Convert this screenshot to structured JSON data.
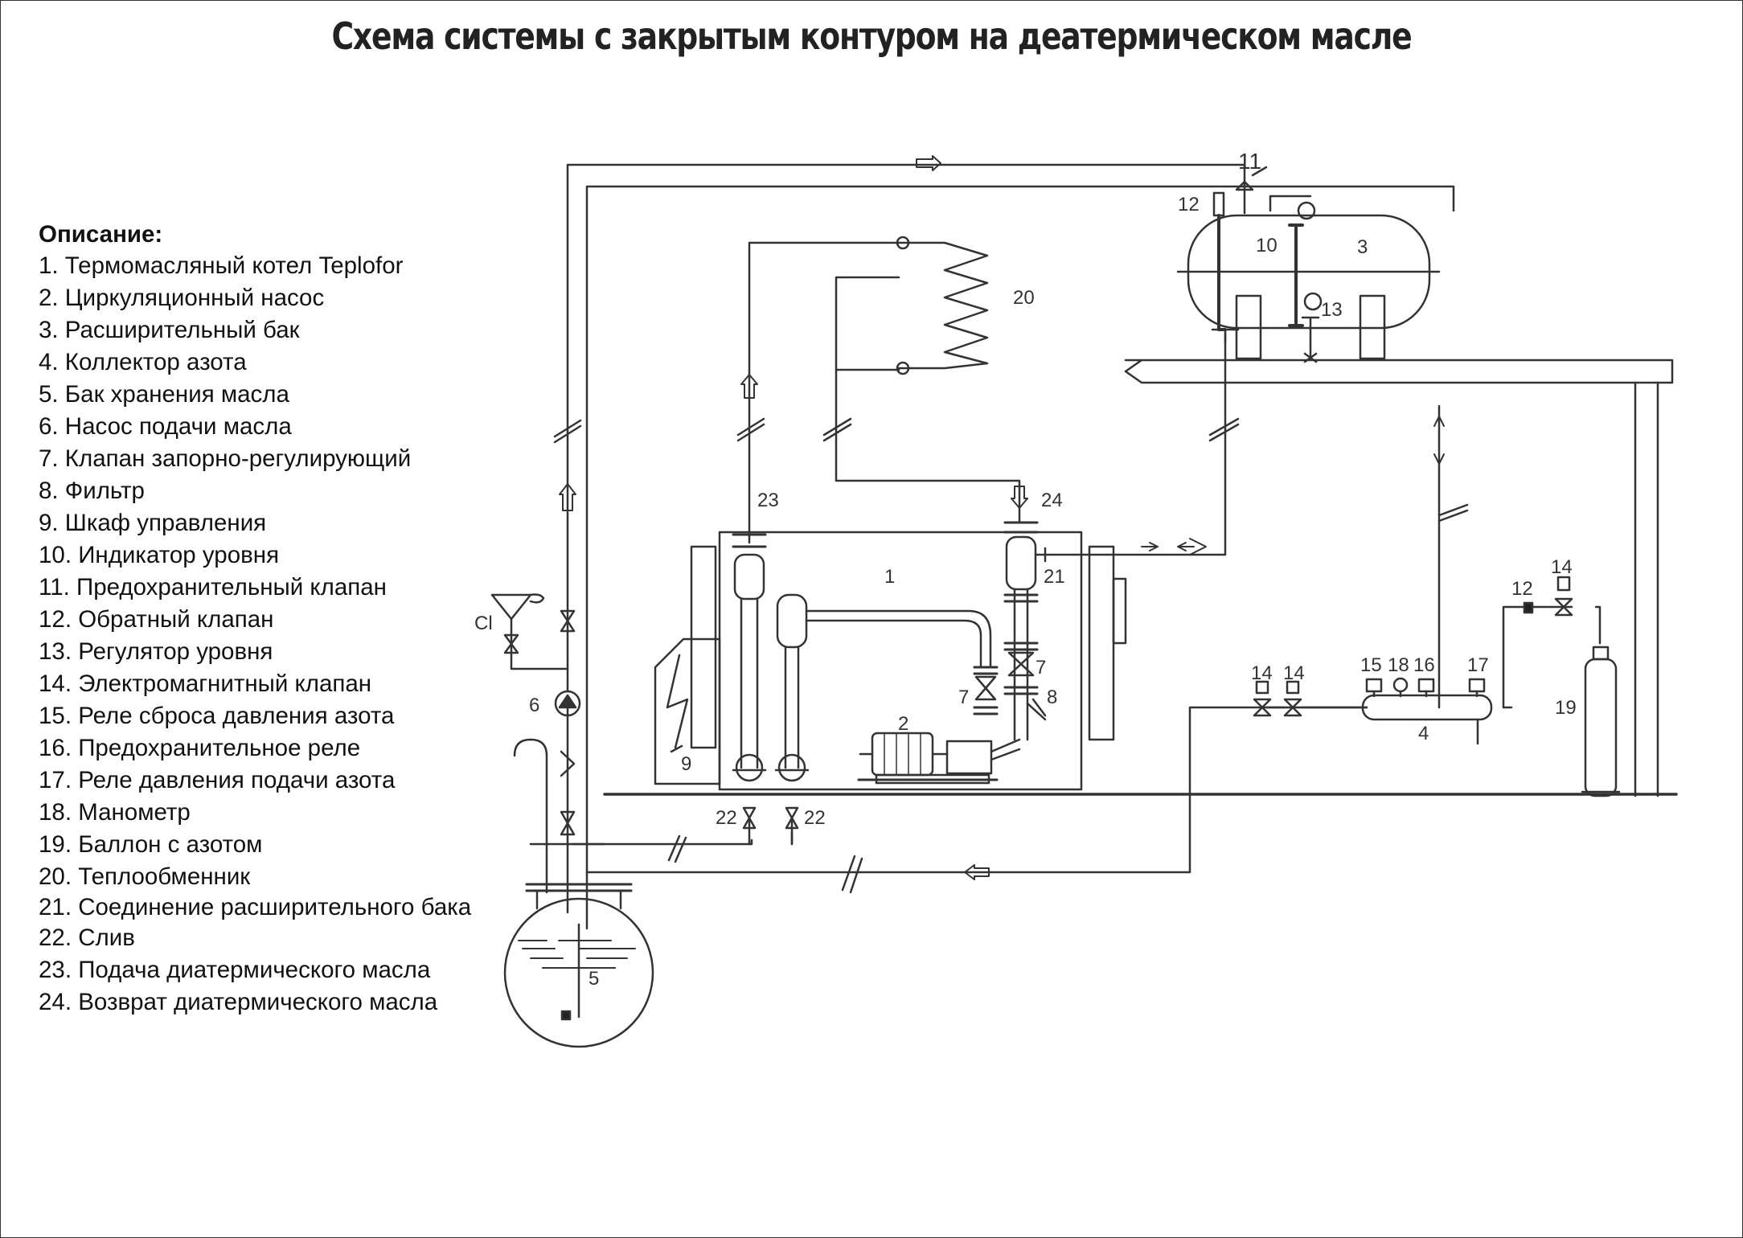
{
  "title": "Схема системы с закрытым контуром на деатермическом масле",
  "legend": {
    "heading": "Описание:",
    "items": [
      "1.  Термомасляный котел Teplofor",
      "2. Циркуляционный насос",
      "3. Расширительный бак",
      "4. Коллектор азота",
      "5. Бак хранения масла",
      "6. Насос подачи масла",
      "7. Клапан запорно-регулирующий",
      "8. Фильтр",
      "9. Шкаф управления",
      "10. Индикатор уровня",
      "11. Предохранительный клапан",
      "12. Обратный клапан",
      "13. Регулятор уровня",
      "14. Электромагнитный клапан",
      "15. Реле сброса давления азота",
      "16. Предохранительное реле",
      "17. Реле давления подачи азота",
      "18. Манометр",
      "19. Баллон с азотом",
      "20. Теплообменник",
      "21. Соединение расширительного бака",
      "22. Слив",
      "23. Подача диатермического масла",
      "24. Возврат диатермического масла"
    ]
  },
  "labels": {
    "n1": "1",
    "n2": "2",
    "n3": "3",
    "n4": "4",
    "n5": "5",
    "n6": "6",
    "n7a": "7",
    "n7b": "7",
    "n8": "8",
    "n9": "9",
    "n10": "10",
    "n11": "11",
    "n12a": "12",
    "n12b": "12",
    "n13": "13",
    "n14a": "14",
    "n14b": "14",
    "n14c": "14",
    "n15": "15",
    "n16": "16",
    "n17": "17",
    "n18": "18",
    "n19": "19",
    "n20": "20",
    "n21": "21",
    "n22a": "22",
    "n22b": "22",
    "n23": "23",
    "n24": "24",
    "cl": "Cl"
  }
}
